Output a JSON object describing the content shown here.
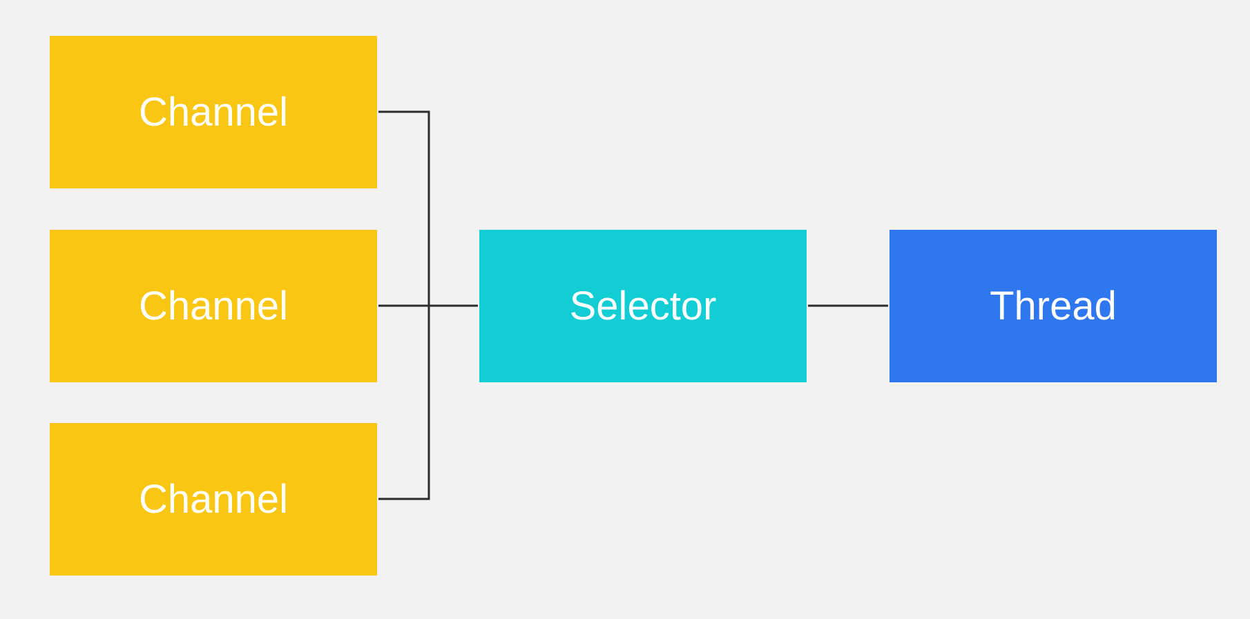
{
  "colors": {
    "background": "#f2f2f2",
    "channel": "#f9c713",
    "selector": "#13cdd4",
    "thread": "#2e77ef",
    "connector": "#2b2b2b",
    "label": "#ffffff"
  },
  "nodes": {
    "channels": [
      {
        "label": "Channel"
      },
      {
        "label": "Channel"
      },
      {
        "label": "Channel"
      }
    ],
    "selector": {
      "label": "Selector"
    },
    "thread": {
      "label": "Thread"
    }
  },
  "edges": [
    {
      "from": "channel-1",
      "to": "selector"
    },
    {
      "from": "channel-2",
      "to": "selector"
    },
    {
      "from": "channel-3",
      "to": "selector"
    },
    {
      "from": "selector",
      "to": "thread"
    }
  ]
}
